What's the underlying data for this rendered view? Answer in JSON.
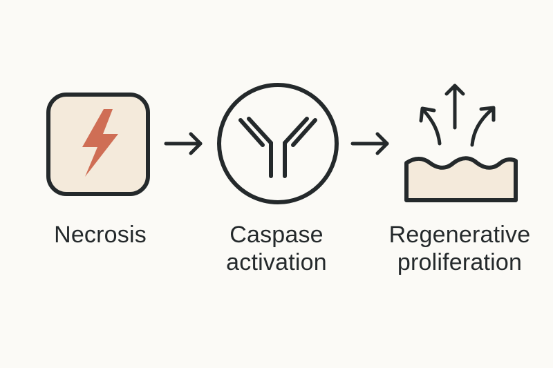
{
  "steps": [
    {
      "id": "necrosis",
      "line1": "Necrosis",
      "line2": "",
      "icon": "lightning-bolt-icon"
    },
    {
      "id": "caspase",
      "line1": "Caspase",
      "line2": "activation",
      "icon": "antibody-icon"
    },
    {
      "id": "regeneration",
      "line1": "Regenerative",
      "line2": "proliferation",
      "icon": "tissue-growth-icon"
    }
  ],
  "colors": {
    "background": "#fbfaf6",
    "stroke": "#24292b",
    "fill_beige": "#f4eadb",
    "bolt": "#cf6e55"
  }
}
